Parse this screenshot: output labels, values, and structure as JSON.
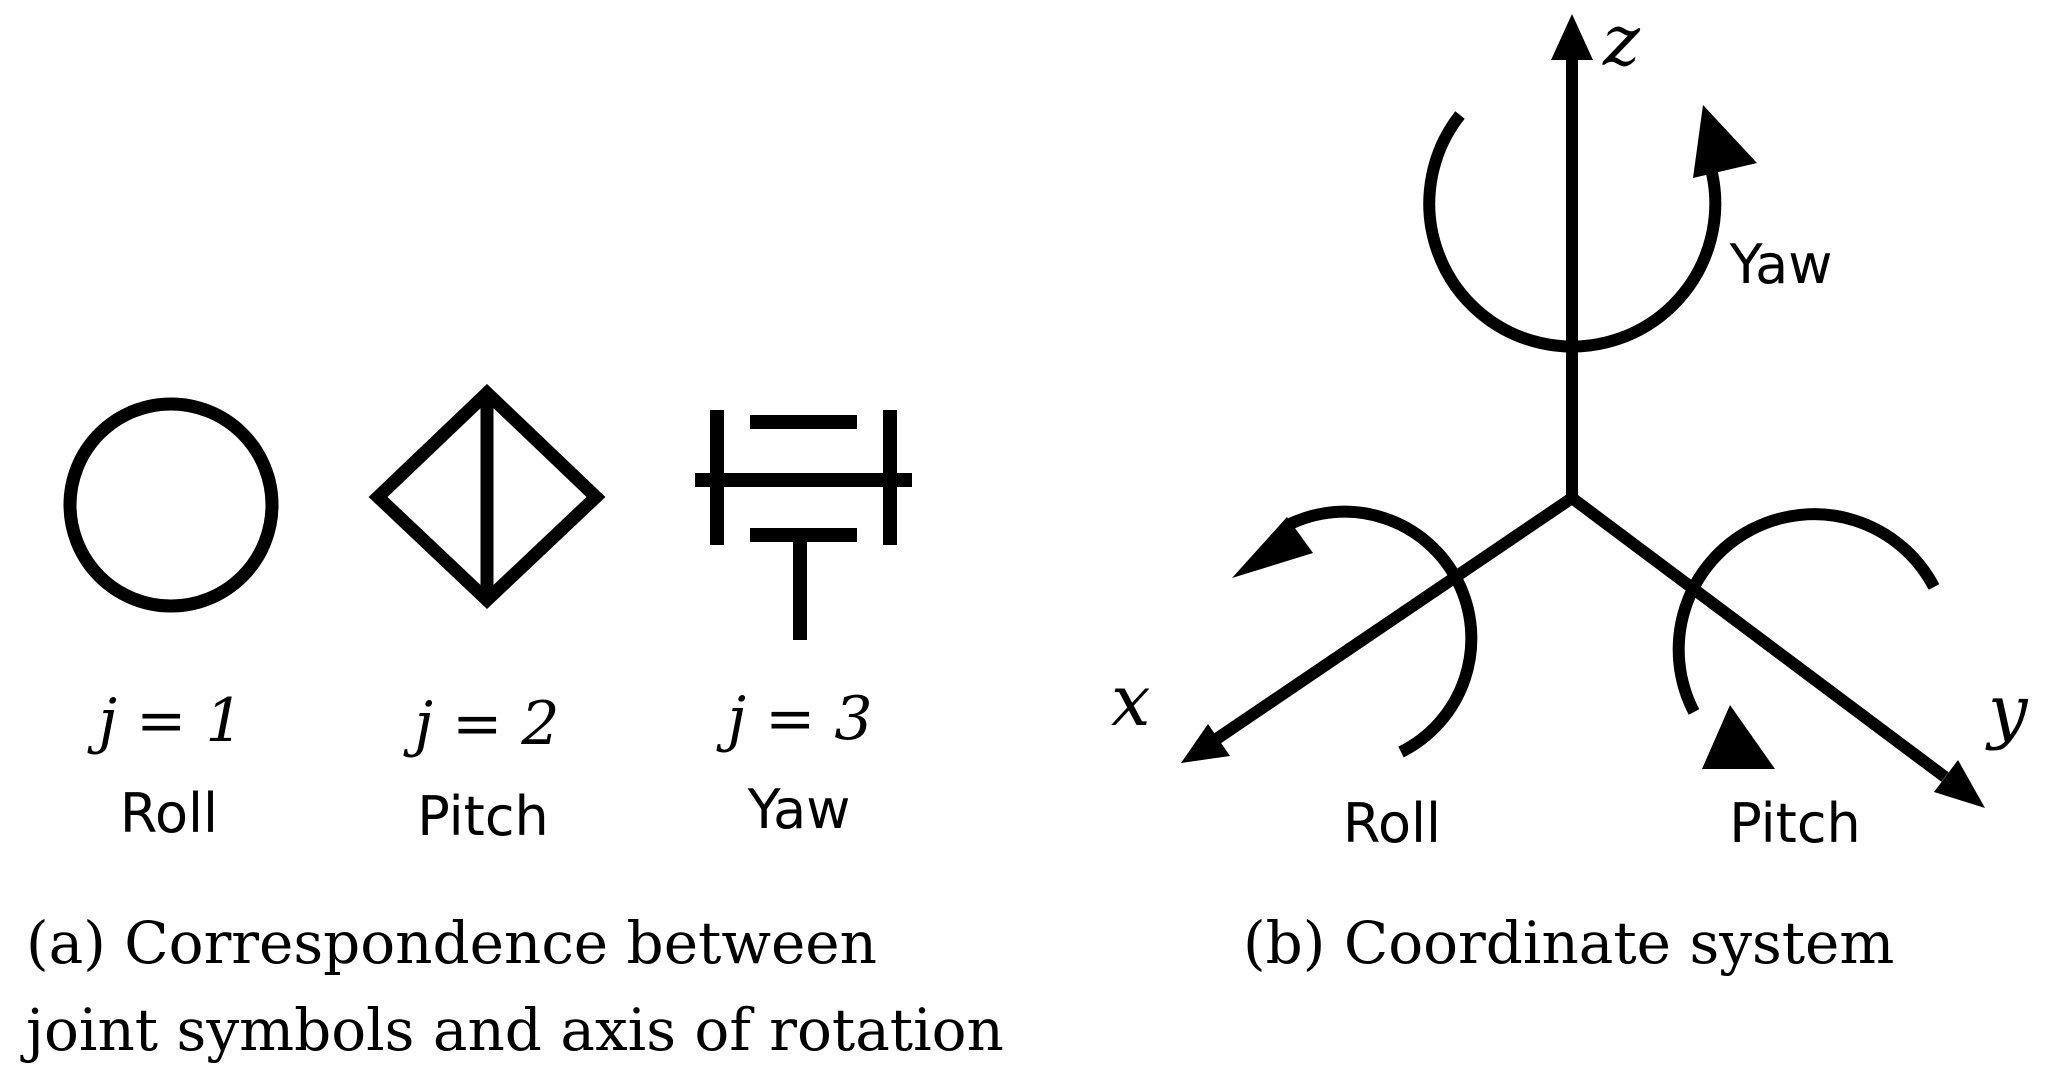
{
  "panel_a": {
    "joints": [
      {
        "index": "j = 1",
        "label": "Roll"
      },
      {
        "index": "j = 2",
        "label": "Pitch"
      },
      {
        "index": "j = 3",
        "label": "Yaw"
      }
    ],
    "caption_line1": "(a) Correspondence between",
    "caption_line2": "joint symbols and axis of rotation"
  },
  "panel_b": {
    "axes": {
      "x": "x",
      "y": "y",
      "z": "z"
    },
    "rotations": {
      "yaw": "Yaw",
      "roll": "Roll",
      "pitch": "Pitch"
    },
    "caption": "(b) Coordinate system"
  },
  "colors": {
    "stroke": "#000000",
    "background": "#ffffff"
  }
}
